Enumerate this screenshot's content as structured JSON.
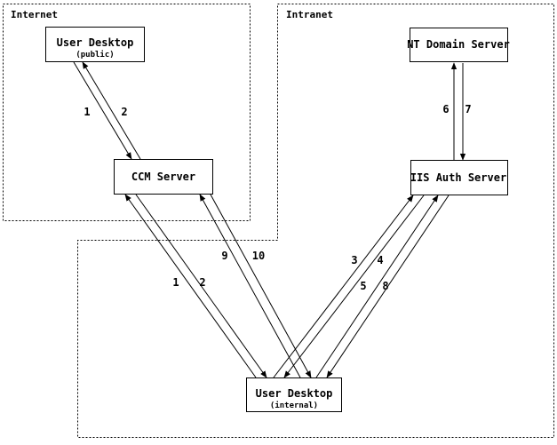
{
  "colors": {
    "background": "#ffffff",
    "line": "#000000",
    "text": "#000000"
  },
  "zones": {
    "internet": {
      "label": "Internet"
    },
    "intranet": {
      "label": "Intranet"
    }
  },
  "nodes": {
    "user_desktop_public": {
      "title": "User Desktop",
      "subtitle": "(public)",
      "zone": "Internet"
    },
    "ccm_server": {
      "title": "CCM Server",
      "zone": "Internet"
    },
    "nt_domain_server": {
      "title": "NT Domain Server",
      "zone": "Intranet"
    },
    "iis_auth_server": {
      "title": "IIS Auth Server",
      "zone": "Intranet"
    },
    "user_desktop_internal": {
      "title": "User Desktop",
      "subtitle": "(internal)",
      "zone": "Intranet"
    }
  },
  "flows": [
    {
      "label": "1",
      "from": "user_desktop_public",
      "to": "ccm_server"
    },
    {
      "label": "2",
      "from": "ccm_server",
      "to": "user_desktop_public"
    },
    {
      "label": "1",
      "from": "user_desktop_internal",
      "to": "ccm_server"
    },
    {
      "label": "2",
      "from": "ccm_server",
      "to": "user_desktop_internal"
    },
    {
      "label": "9",
      "from": "user_desktop_internal",
      "to": "ccm_server"
    },
    {
      "label": "10",
      "from": "ccm_server",
      "to": "user_desktop_internal"
    },
    {
      "label": "3",
      "from": "user_desktop_internal",
      "to": "iis_auth_server"
    },
    {
      "label": "4",
      "from": "iis_auth_server",
      "to": "user_desktop_internal"
    },
    {
      "label": "5",
      "from": "user_desktop_internal",
      "to": "iis_auth_server"
    },
    {
      "label": "8",
      "from": "iis_auth_server",
      "to": "user_desktop_internal"
    },
    {
      "label": "6",
      "from": "iis_auth_server",
      "to": "nt_domain_server"
    },
    {
      "label": "7",
      "from": "nt_domain_server",
      "to": "iis_auth_server"
    }
  ]
}
